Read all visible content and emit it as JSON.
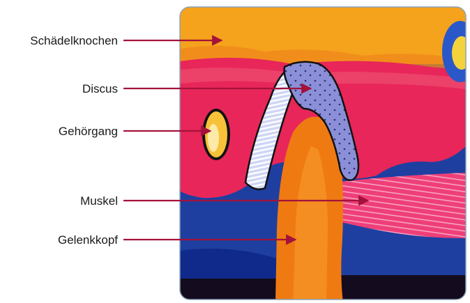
{
  "labels": {
    "skull_bone": "Schädelknochen",
    "disc": "Discus",
    "ear_canal": "Gehörgang",
    "muscle": "Muskel",
    "condyle": "Gelenkkopf"
  },
  "colors": {
    "arrow": "#a3123a",
    "frame": "#8aa3b8",
    "bone_orange": "#f5a21c",
    "tissue_red": "#e8265a",
    "disc_blue": "#8a8fd8",
    "muscle_pink": "#ee3f78",
    "condyle_orange": "#f07a12",
    "background_blue": "#1f3fa0",
    "ear_yellow": "#f7c23a"
  }
}
